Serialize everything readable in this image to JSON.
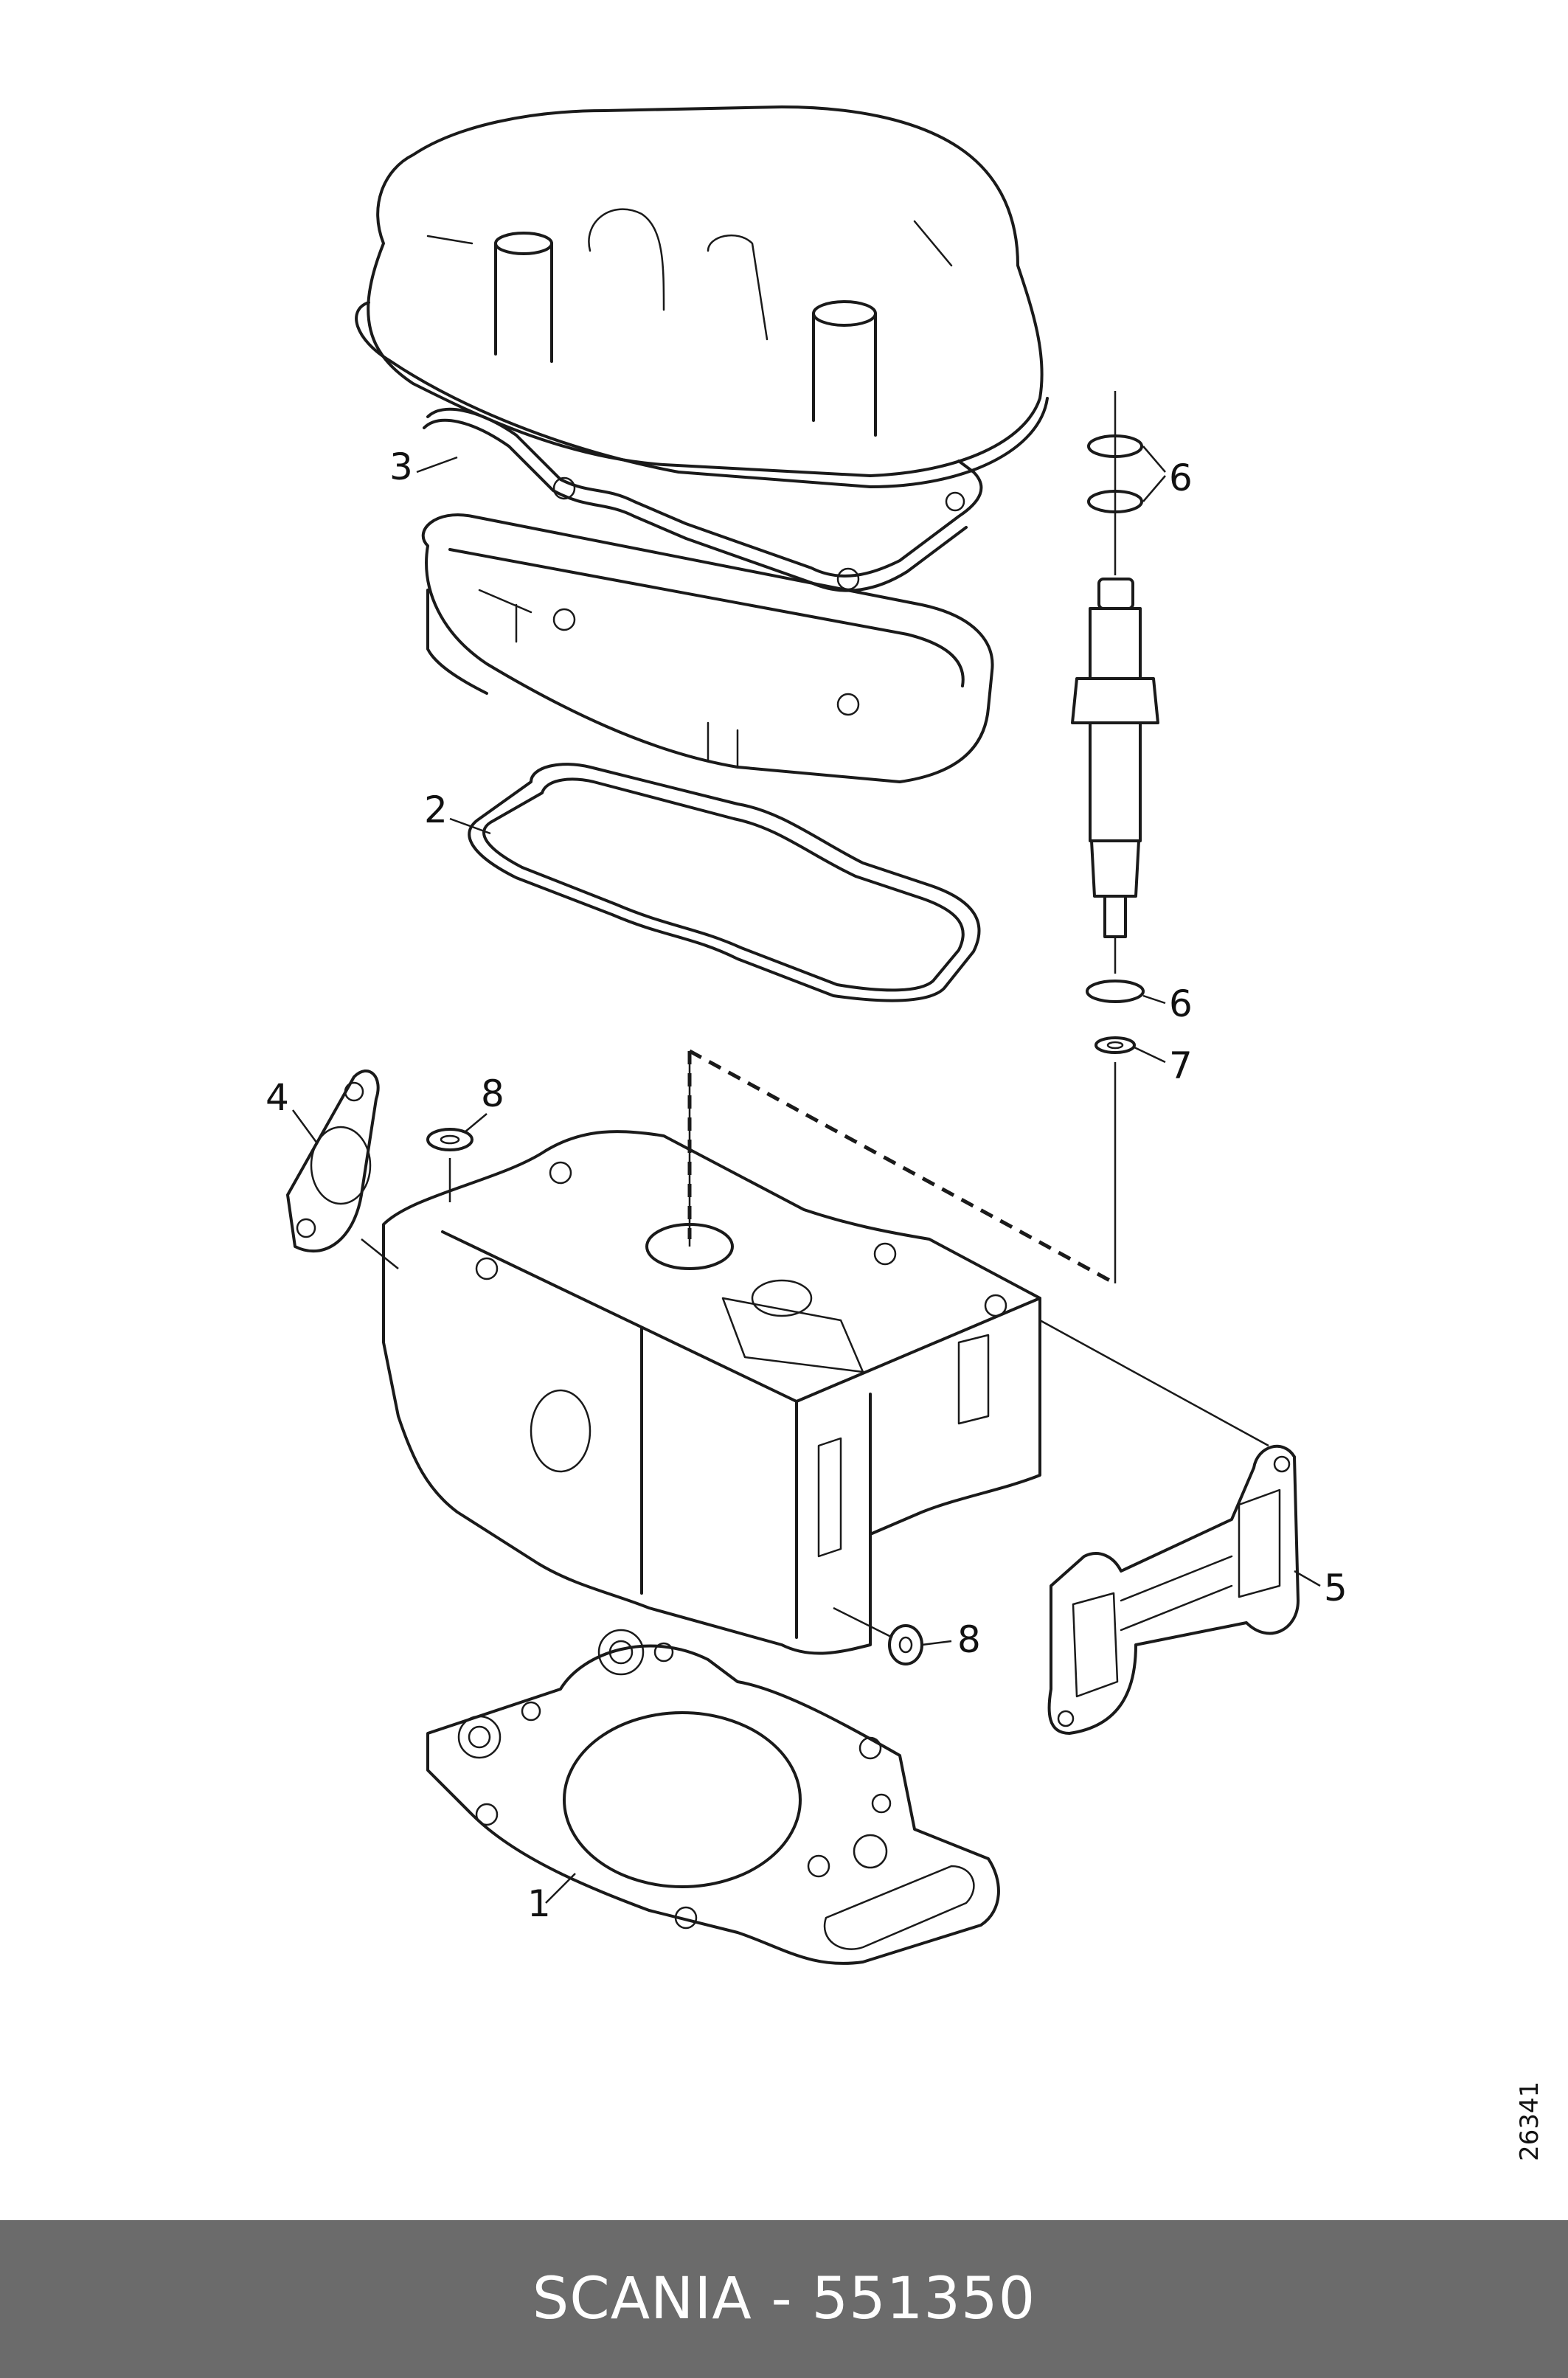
{
  "diagram": {
    "callouts": [
      {
        "id": "gasket-head",
        "label": "1"
      },
      {
        "id": "gasket-cover",
        "label": "2"
      },
      {
        "id": "gasket-top",
        "label": "3"
      },
      {
        "id": "gasket-intake",
        "label": "4"
      },
      {
        "id": "gasket-exhaust",
        "label": "5"
      },
      {
        "id": "oring-top-a",
        "label": "6"
      },
      {
        "id": "oring-bottom",
        "label": "6"
      },
      {
        "id": "washer",
        "label": "7"
      },
      {
        "id": "seal-top",
        "label": "8"
      },
      {
        "id": "seal-side",
        "label": "8"
      }
    ],
    "reference_number": "26341"
  },
  "footer": {
    "text": "SCANIA - 551350",
    "background": "#6b6b6b"
  }
}
